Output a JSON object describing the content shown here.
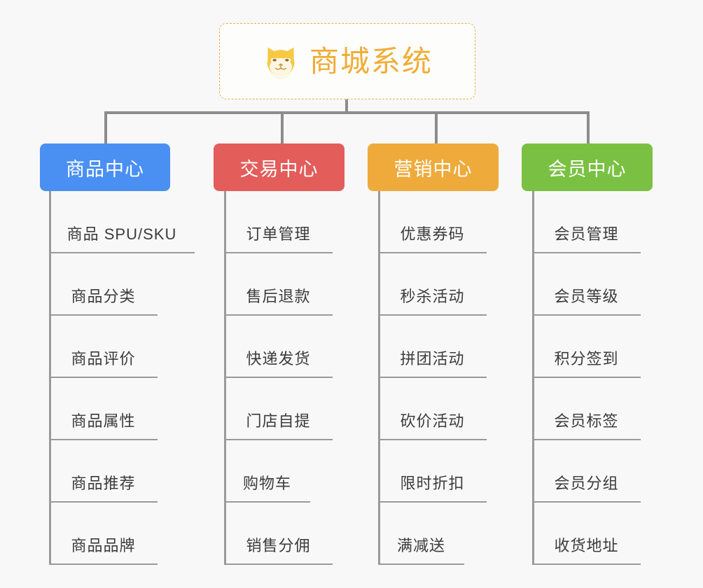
{
  "canvas": {
    "background": "#f8f8f8",
    "connector_color": "#8c8c8c",
    "leaf_line_color": "#9a9a9a",
    "leaf_text_color": "#3b3b3b"
  },
  "root": {
    "title": "商城系统",
    "icon": "shiba-dog-icon",
    "text_color": "#f0ad36",
    "border_color": "#e8b24a",
    "background": "#fdfdfc"
  },
  "categories": [
    {
      "label": "商品中心",
      "color": "#4a90f2",
      "items": [
        "商品 SPU/SKU",
        "商品分类",
        "商品评价",
        "商品属性",
        "商品推荐",
        "商品品牌"
      ]
    },
    {
      "label": "交易中心",
      "color": "#e35d5b",
      "items": [
        "订单管理",
        "售后退款",
        "快递发货",
        "门店自提",
        "购物车",
        "销售分佣"
      ]
    },
    {
      "label": "营销中心",
      "color": "#eeab3c",
      "items": [
        "优惠券码",
        "秒杀活动",
        "拼团活动",
        "砍价活动",
        "限时折扣",
        "满减送"
      ]
    },
    {
      "label": "会员中心",
      "color": "#7ac143",
      "items": [
        "会员管理",
        "会员等级",
        "积分签到",
        "会员标签",
        "会员分组",
        "收货地址"
      ]
    }
  ]
}
